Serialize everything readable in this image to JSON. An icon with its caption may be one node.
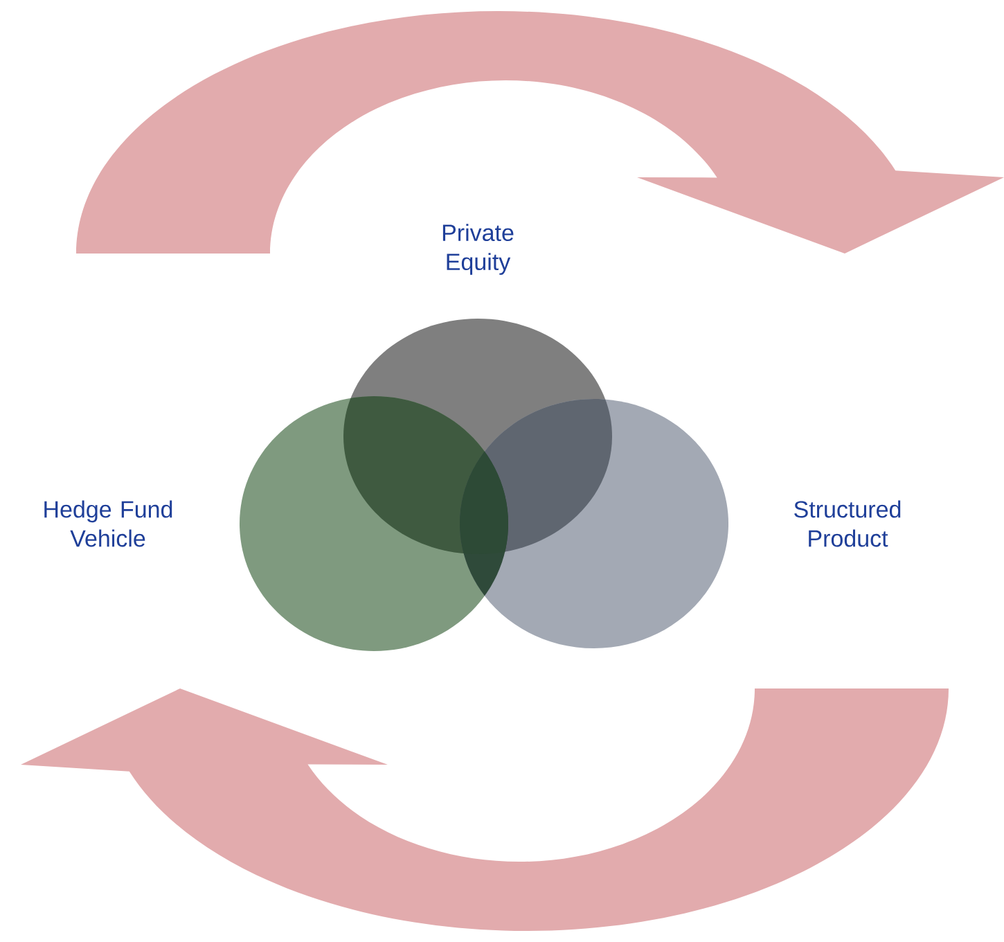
{
  "diagram": {
    "nodes": [
      {
        "text": [
          "Private Equity"
        ]
      },
      {
        "text": [
          "Hedge Fund Vehicle"
        ]
      },
      {
        "text": [
          "Structured Product"
        ]
      }
    ]
  }
}
